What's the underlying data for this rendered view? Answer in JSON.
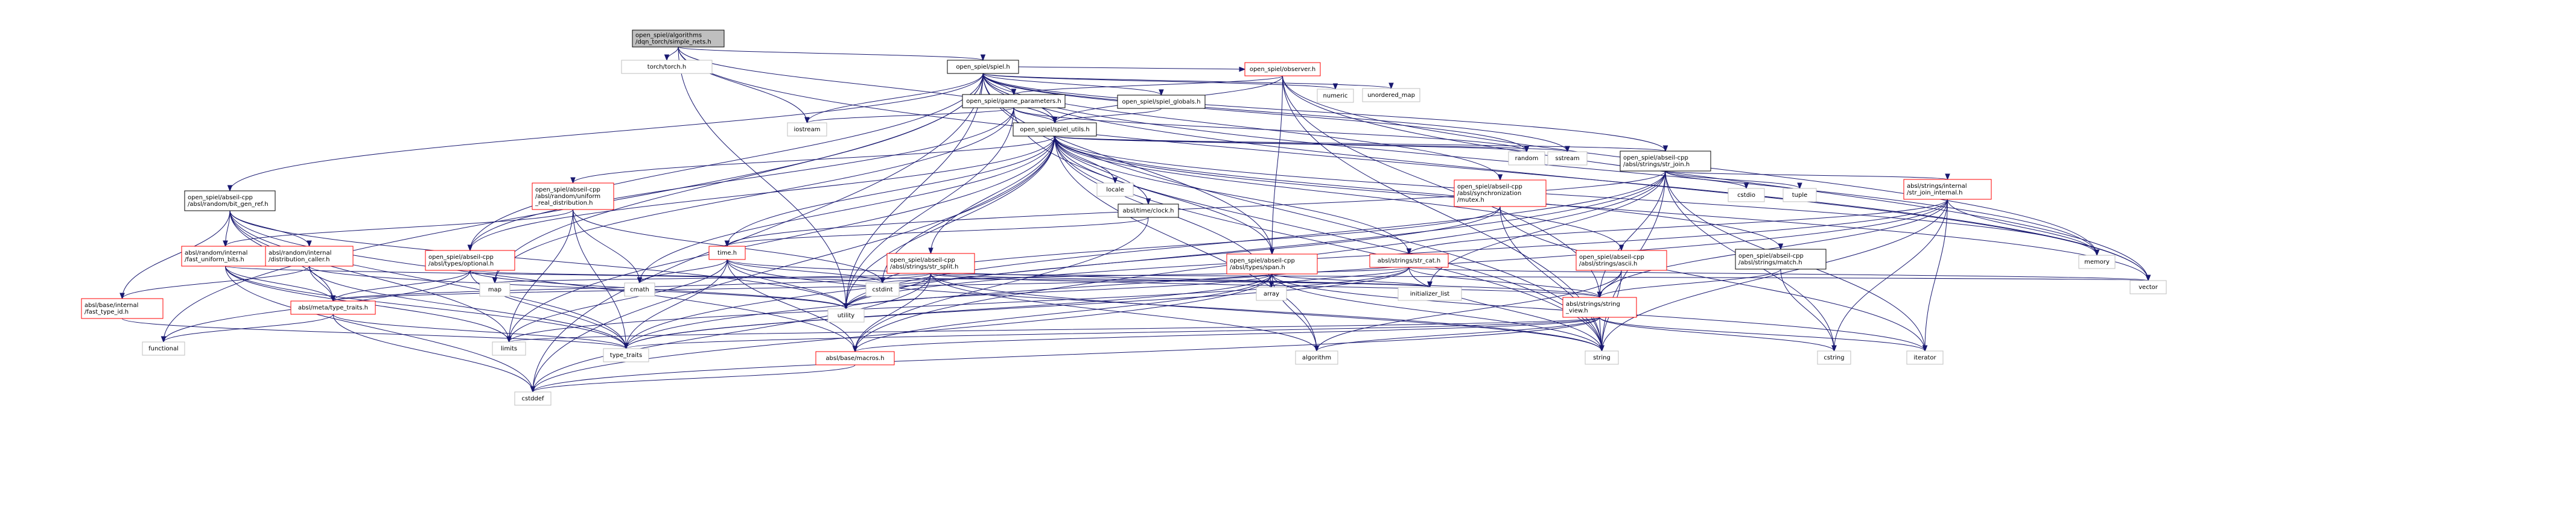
{
  "colors": {
    "edge": "#191970",
    "node_border_black": "#000000",
    "node_border_gray": "#bfbfbf",
    "node_border_red": "#ff0000",
    "root_fill": "#bfbfbf",
    "node_fill": "#ffffff",
    "text": "#000000",
    "text_red": "#ff0000"
  },
  "nodes": [
    {
      "id": "root",
      "lines": [
        "open_spiel/algorithms",
        "/dqn_torch/simple_nets.h"
      ],
      "style": "root"
    },
    {
      "id": "torch",
      "lines": [
        "torch/torch.h"
      ],
      "style": "system"
    },
    {
      "id": "spiel",
      "lines": [
        "open_spiel/spiel.h"
      ],
      "style": "link"
    },
    {
      "id": "observer",
      "lines": [
        "open_spiel/observer.h"
      ],
      "style": "red"
    },
    {
      "id": "numeric",
      "lines": [
        "numeric"
      ],
      "style": "system"
    },
    {
      "id": "unordered_map",
      "lines": [
        "unordered_map"
      ],
      "style": "system"
    },
    {
      "id": "game_params",
      "lines": [
        "open_spiel/game_parameters.h"
      ],
      "style": "link"
    },
    {
      "id": "spiel_globals",
      "lines": [
        "open_spiel/spiel_globals.h"
      ],
      "style": "link"
    },
    {
      "id": "iostream",
      "lines": [
        "iostream"
      ],
      "style": "system"
    },
    {
      "id": "spiel_utils",
      "lines": [
        "open_spiel/spiel_utils.h"
      ],
      "style": "link"
    },
    {
      "id": "bit_gen_ref",
      "lines": [
        "open_spiel/abseil-cpp",
        "/absl/random/bit_gen_ref.h"
      ],
      "style": "link"
    },
    {
      "id": "uniform_real",
      "lines": [
        "open_spiel/abseil-cpp",
        "/absl/random/uniform",
        "_real_distribution.h"
      ],
      "style": "red"
    },
    {
      "id": "locale",
      "lines": [
        "locale"
      ],
      "style": "system"
    },
    {
      "id": "civil_clock",
      "lines": [
        "absl/time/clock.h"
      ],
      "style": "link"
    },
    {
      "id": "str_join",
      "lines": [
        "open_spiel/abseil-cpp",
        "/absl/strings/str_join.h"
      ],
      "style": "link"
    },
    {
      "id": "random",
      "lines": [
        "random"
      ],
      "style": "system"
    },
    {
      "id": "sstream",
      "lines": [
        "sstream"
      ],
      "style": "system"
    },
    {
      "id": "cstdio",
      "lines": [
        "cstdio"
      ],
      "style": "system"
    },
    {
      "id": "tuple",
      "lines": [
        "tuple"
      ],
      "style": "system"
    },
    {
      "id": "str_join_internal",
      "lines": [
        "absl/strings/internal",
        "/str_join_internal.h"
      ],
      "style": "red"
    },
    {
      "id": "mutex",
      "lines": [
        "open_spiel/abseil-cpp",
        "/absl/synchronization",
        "/mutex.h"
      ],
      "style": "red"
    },
    {
      "id": "fast_uniform_bits",
      "lines": [
        "absl/random/internal",
        "/fast_uniform_bits.h"
      ],
      "style": "red"
    },
    {
      "id": "distribution_caller",
      "lines": [
        "absl/random/internal",
        "/distribution_caller.h"
      ],
      "style": "red"
    },
    {
      "id": "optional",
      "lines": [
        "open_spiel/abseil-cpp",
        "/absl/types/optional.h"
      ],
      "style": "red"
    },
    {
      "id": "time_h",
      "lines": [
        "time.h"
      ],
      "style": "red"
    },
    {
      "id": "str_split",
      "lines": [
        "open_spiel/abseil-cpp",
        "/absl/strings/str_split.h"
      ],
      "style": "red"
    },
    {
      "id": "str_cat",
      "lines": [
        "absl/strings/str_cat.h"
      ],
      "style": "red"
    },
    {
      "id": "span",
      "lines": [
        "open_spiel/abseil-cpp",
        "/absl/types/span.h"
      ],
      "style": "red"
    },
    {
      "id": "ascii",
      "lines": [
        "open_spiel/abseil-cpp",
        "/absl/strings/ascii.h"
      ],
      "style": "red"
    },
    {
      "id": "match",
      "lines": [
        "open_spiel/abseil-cpp",
        "/absl/strings/match.h"
      ],
      "style": "link"
    },
    {
      "id": "fast_type_id",
      "lines": [
        "absl/base/internal",
        "/fast_type_id.h"
      ],
      "style": "red"
    },
    {
      "id": "type_traits_absl",
      "lines": [
        "absl/meta/type_traits.h"
      ],
      "style": "red"
    },
    {
      "id": "map",
      "lines": [
        "map"
      ],
      "style": "system"
    },
    {
      "id": "cmath",
      "lines": [
        "cmath"
      ],
      "style": "system"
    },
    {
      "id": "cstdint",
      "lines": [
        "cstdint"
      ],
      "style": "system"
    },
    {
      "id": "utility",
      "lines": [
        "utility"
      ],
      "style": "system"
    },
    {
      "id": "array",
      "lines": [
        "array"
      ],
      "style": "system"
    },
    {
      "id": "initializer_list",
      "lines": [
        "initializer_list"
      ],
      "style": "system"
    },
    {
      "id": "string_view",
      "lines": [
        "absl/strings/string",
        "_view.h"
      ],
      "style": "red"
    },
    {
      "id": "memory",
      "lines": [
        "memory"
      ],
      "style": "system"
    },
    {
      "id": "vector",
      "lines": [
        "vector"
      ],
      "style": "system"
    },
    {
      "id": "functional",
      "lines": [
        "functional"
      ],
      "style": "system"
    },
    {
      "id": "limits",
      "lines": [
        "limits"
      ],
      "style": "system"
    },
    {
      "id": "type_traits",
      "lines": [
        "type_traits"
      ],
      "style": "system"
    },
    {
      "id": "macros",
      "lines": [
        "absl/base/macros.h"
      ],
      "style": "red"
    },
    {
      "id": "algorithm",
      "lines": [
        "algorithm"
      ],
      "style": "system"
    },
    {
      "id": "string",
      "lines": [
        "string"
      ],
      "style": "system"
    },
    {
      "id": "cstring",
      "lines": [
        "cstring"
      ],
      "style": "system"
    },
    {
      "id": "iterator",
      "lines": [
        "iterator"
      ],
      "style": "system"
    },
    {
      "id": "cstddef",
      "lines": [
        "cstddef"
      ],
      "style": "system"
    }
  ],
  "edges": [
    [
      "root",
      "torch"
    ],
    [
      "root",
      "spiel"
    ],
    [
      "root",
      "iostream"
    ],
    [
      "root",
      "spiel_utils"
    ],
    [
      "root",
      "utility"
    ],
    [
      "root",
      "vector"
    ],
    [
      "spiel",
      "observer"
    ],
    [
      "spiel",
      "numeric"
    ],
    [
      "spiel",
      "unordered_map"
    ],
    [
      "spiel",
      "game_params"
    ],
    [
      "spiel",
      "spiel_globals"
    ],
    [
      "spiel",
      "spiel_utils"
    ],
    [
      "spiel",
      "iostream"
    ],
    [
      "spiel",
      "bit_gen_ref"
    ],
    [
      "spiel",
      "str_join"
    ],
    [
      "spiel",
      "random"
    ],
    [
      "spiel",
      "sstream"
    ],
    [
      "spiel",
      "mutex"
    ],
    [
      "spiel",
      "optional"
    ],
    [
      "spiel",
      "span"
    ],
    [
      "spiel",
      "map"
    ],
    [
      "spiel",
      "memory"
    ],
    [
      "spiel",
      "vector"
    ],
    [
      "spiel",
      "string"
    ],
    [
      "spiel",
      "functional"
    ],
    [
      "spiel",
      "cstddef"
    ],
    [
      "spiel",
      "utility"
    ],
    [
      "observer",
      "game_params"
    ],
    [
      "observer",
      "spiel_utils"
    ],
    [
      "observer",
      "span"
    ],
    [
      "observer",
      "string_view"
    ],
    [
      "observer",
      "memory"
    ],
    [
      "observer",
      "string"
    ],
    [
      "observer",
      "vector"
    ],
    [
      "game_params",
      "spiel_utils"
    ],
    [
      "game_params",
      "iostream"
    ],
    [
      "game_params",
      "optional"
    ],
    [
      "game_params",
      "map"
    ],
    [
      "game_params",
      "random"
    ],
    [
      "game_params",
      "string"
    ],
    [
      "game_params",
      "utility"
    ],
    [
      "spiel_globals",
      "spiel_utils"
    ],
    [
      "spiel_utils",
      "uniform_real"
    ],
    [
      "spiel_utils",
      "locale"
    ],
    [
      "spiel_utils",
      "civil_clock"
    ],
    [
      "spiel_utils",
      "str_join"
    ],
    [
      "spiel_utils",
      "random"
    ],
    [
      "spiel_utils",
      "sstream"
    ],
    [
      "spiel_utils",
      "optional"
    ],
    [
      "spiel_utils",
      "time_h"
    ],
    [
      "spiel_utils",
      "str_split"
    ],
    [
      "spiel_utils",
      "str_cat"
    ],
    [
      "spiel_utils",
      "span"
    ],
    [
      "spiel_utils",
      "ascii"
    ],
    [
      "spiel_utils",
      "match"
    ],
    [
      "spiel_utils",
      "cmath"
    ],
    [
      "spiel_utils",
      "cstdint"
    ],
    [
      "spiel_utils",
      "utility"
    ],
    [
      "spiel_utils",
      "array"
    ],
    [
      "spiel_utils",
      "memory"
    ],
    [
      "spiel_utils",
      "vector"
    ],
    [
      "spiel_utils",
      "limits"
    ],
    [
      "spiel_utils",
      "algorithm"
    ],
    [
      "spiel_utils",
      "string"
    ],
    [
      "spiel_utils",
      "cstddef"
    ],
    [
      "bit_gen_ref",
      "fast_uniform_bits"
    ],
    [
      "bit_gen_ref",
      "distribution_caller"
    ],
    [
      "bit_gen_ref",
      "fast_type_id"
    ],
    [
      "bit_gen_ref",
      "type_traits_absl"
    ],
    [
      "bit_gen_ref",
      "macros"
    ],
    [
      "bit_gen_ref",
      "type_traits"
    ],
    [
      "bit_gen_ref",
      "limits"
    ],
    [
      "bit_gen_ref",
      "utility"
    ],
    [
      "uniform_real",
      "fast_uniform_bits"
    ],
    [
      "uniform_real",
      "cmath"
    ],
    [
      "uniform_real",
      "cstdint"
    ],
    [
      "uniform_real",
      "limits"
    ],
    [
      "uniform_real",
      "type_traits"
    ],
    [
      "civil_clock",
      "time_h"
    ],
    [
      "civil_clock",
      "macros"
    ],
    [
      "str_join",
      "str_join_internal"
    ],
    [
      "str_join",
      "cstdio"
    ],
    [
      "str_join",
      "tuple"
    ],
    [
      "str_join",
      "time_h"
    ],
    [
      "str_join",
      "initializer_list"
    ],
    [
      "str_join",
      "string_view"
    ],
    [
      "str_join",
      "macros"
    ],
    [
      "str_join",
      "iterator"
    ],
    [
      "str_join",
      "string"
    ],
    [
      "str_join",
      "cstring"
    ],
    [
      "str_join",
      "utility"
    ],
    [
      "str_join",
      "type_traits"
    ],
    [
      "str_join_internal",
      "str_cat"
    ],
    [
      "str_join_internal",
      "string_view"
    ],
    [
      "str_join_internal",
      "memory"
    ],
    [
      "str_join_internal",
      "iterator"
    ],
    [
      "str_join_internal",
      "string"
    ],
    [
      "str_join_internal",
      "cstring"
    ],
    [
      "str_join_internal",
      "type_traits"
    ],
    [
      "str_join_internal",
      "utility"
    ],
    [
      "mutex",
      "string"
    ],
    [
      "mutex",
      "iterator"
    ],
    [
      "mutex",
      "cstdint"
    ],
    [
      "mutex",
      "utility"
    ],
    [
      "fast_uniform_bits",
      "type_traits_absl"
    ],
    [
      "fast_uniform_bits",
      "limits"
    ],
    [
      "fast_uniform_bits",
      "type_traits"
    ],
    [
      "fast_uniform_bits",
      "cstddef"
    ],
    [
      "fast_uniform_bits",
      "cstdint"
    ],
    [
      "distribution_caller",
      "fast_type_id"
    ],
    [
      "distribution_caller",
      "type_traits_absl"
    ],
    [
      "distribution_caller",
      "utility"
    ],
    [
      "distribution_caller",
      "type_traits"
    ],
    [
      "optional",
      "type_traits_absl"
    ],
    [
      "optional",
      "functional"
    ],
    [
      "optional",
      "type_traits"
    ],
    [
      "optional",
      "utility"
    ],
    [
      "optional",
      "initializer_list"
    ],
    [
      "time_h",
      "cmath"
    ],
    [
      "time_h",
      "cstdint"
    ],
    [
      "time_h",
      "utility"
    ],
    [
      "time_h",
      "limits"
    ],
    [
      "time_h",
      "string"
    ],
    [
      "time_h",
      "macros"
    ],
    [
      "time_h",
      "type_traits"
    ],
    [
      "time_h",
      "string_view"
    ],
    [
      "str_split",
      "utility"
    ],
    [
      "str_split",
      "map"
    ],
    [
      "str_split",
      "vector"
    ],
    [
      "str_split",
      "macros"
    ],
    [
      "str_split",
      "string"
    ],
    [
      "str_split",
      "algorithm"
    ],
    [
      "str_split",
      "cstddef"
    ],
    [
      "str_split",
      "initializer_list"
    ],
    [
      "str_split",
      "type_traits_absl"
    ],
    [
      "str_split",
      "string_view"
    ],
    [
      "str_cat",
      "string_view"
    ],
    [
      "str_cat",
      "array"
    ],
    [
      "str_cat",
      "cstdint"
    ],
    [
      "str_cat",
      "string"
    ],
    [
      "str_cat",
      "type_traits"
    ],
    [
      "str_cat",
      "vector"
    ],
    [
      "str_cat",
      "limits"
    ],
    [
      "span",
      "type_traits_absl"
    ],
    [
      "span",
      "initializer_list"
    ],
    [
      "span",
      "algorithm"
    ],
    [
      "span",
      "macros"
    ],
    [
      "span",
      "string"
    ],
    [
      "span",
      "cstddef"
    ],
    [
      "span",
      "utility"
    ],
    [
      "span",
      "iterator"
    ],
    [
      "span",
      "type_traits"
    ],
    [
      "ascii",
      "string_view"
    ],
    [
      "ascii",
      "algorithm"
    ],
    [
      "ascii",
      "string"
    ],
    [
      "match",
      "string_view"
    ],
    [
      "match",
      "cstring"
    ],
    [
      "type_traits_absl",
      "type_traits"
    ],
    [
      "type_traits_absl",
      "cstddef"
    ],
    [
      "type_traits_absl",
      "functional"
    ],
    [
      "string_view",
      "macros"
    ],
    [
      "string_view",
      "type_traits"
    ],
    [
      "string_view",
      "algorithm"
    ],
    [
      "string_view",
      "cstddef"
    ],
    [
      "string_view",
      "cstring"
    ],
    [
      "string_view",
      "iterator"
    ],
    [
      "string_view",
      "limits"
    ],
    [
      "string_view",
      "string"
    ],
    [
      "macros",
      "cstddef"
    ],
    [
      "fast_type_id",
      "type_traits"
    ]
  ]
}
